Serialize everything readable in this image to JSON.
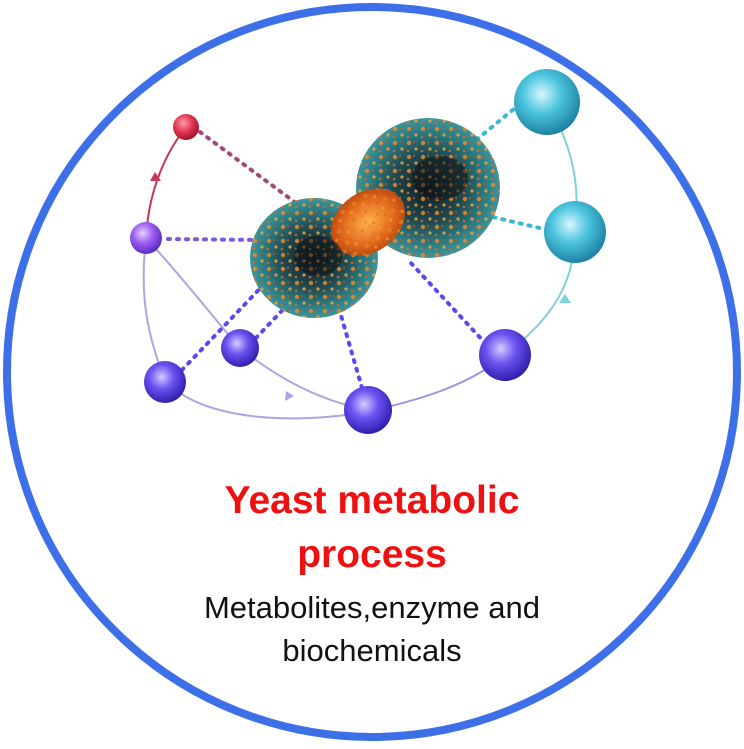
{
  "title": {
    "line1": "Yeast metabolic",
    "line2": "process"
  },
  "subtitle": {
    "line1": "Metabolites,enzyme and",
    "line2": "biochemicals"
  },
  "colors": {
    "ring": "#3d6fe8",
    "title": "#ee1111",
    "subtitle": "#111111",
    "node_red": "#e2344f",
    "node_purple": "#9b5cf0",
    "node_blue": "#5a49ee",
    "node_cyan": "#3cb8d2",
    "cell_orange": "#e0661a",
    "cell_teal": "#2c7f86"
  },
  "icons": [
    "yeast-cell-icon",
    "metabolite-node-icon"
  ]
}
